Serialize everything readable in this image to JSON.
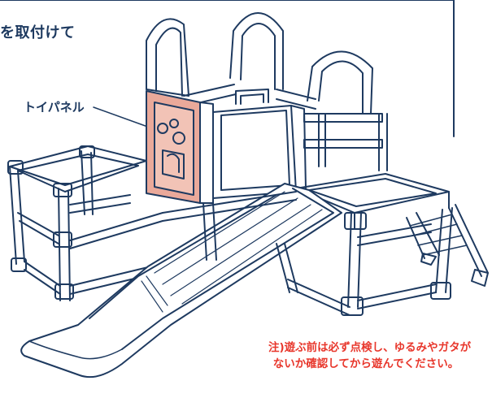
{
  "heading": "を取付けて",
  "callout_label": "トイパネル",
  "notice": {
    "line1": "注)遊ぶ前は必ず点検し、ゆるみやガタが",
    "line2": "ないか確認してから遊んでください。"
  },
  "colors": {
    "frame": "#1e3a60",
    "panel_fill": "#eaa99a",
    "notice_text": "#e8372c",
    "background": "#ffffff"
  }
}
